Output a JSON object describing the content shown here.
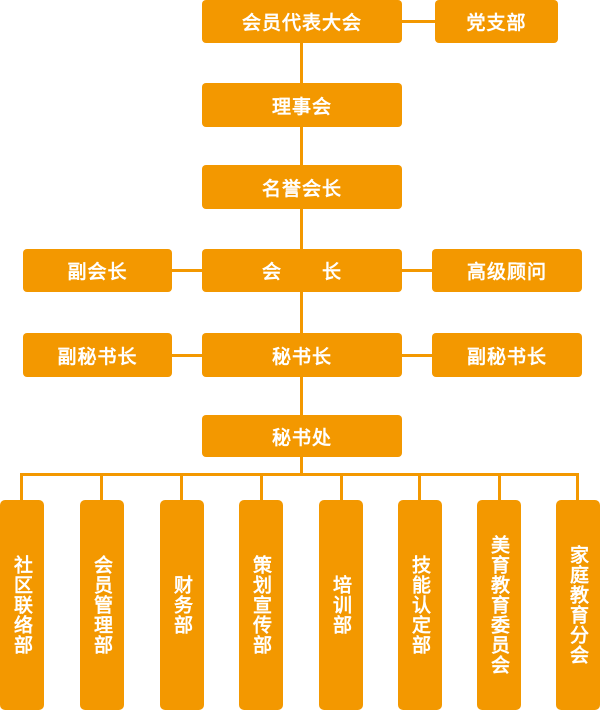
{
  "accent_color": "#F39800",
  "nodes": {
    "members_congress": "会员代表大会",
    "party_branch": "党支部",
    "council": "理事会",
    "honorary_president": "名誉会长",
    "president": "会　　长",
    "vice_president": "副会长",
    "senior_advisor": "高级顾问",
    "deputy_secretary_general_left": "副秘书长",
    "secretary_general": "秘书长",
    "deputy_secretary_general_right": "副秘书长",
    "secretariat": "秘书处"
  },
  "departments": [
    "社区联络部",
    "会员管理部",
    "财务部",
    "策划宣传部",
    "培训部",
    "技能认定部",
    "美育教育委员会",
    "家庭教育分会"
  ]
}
